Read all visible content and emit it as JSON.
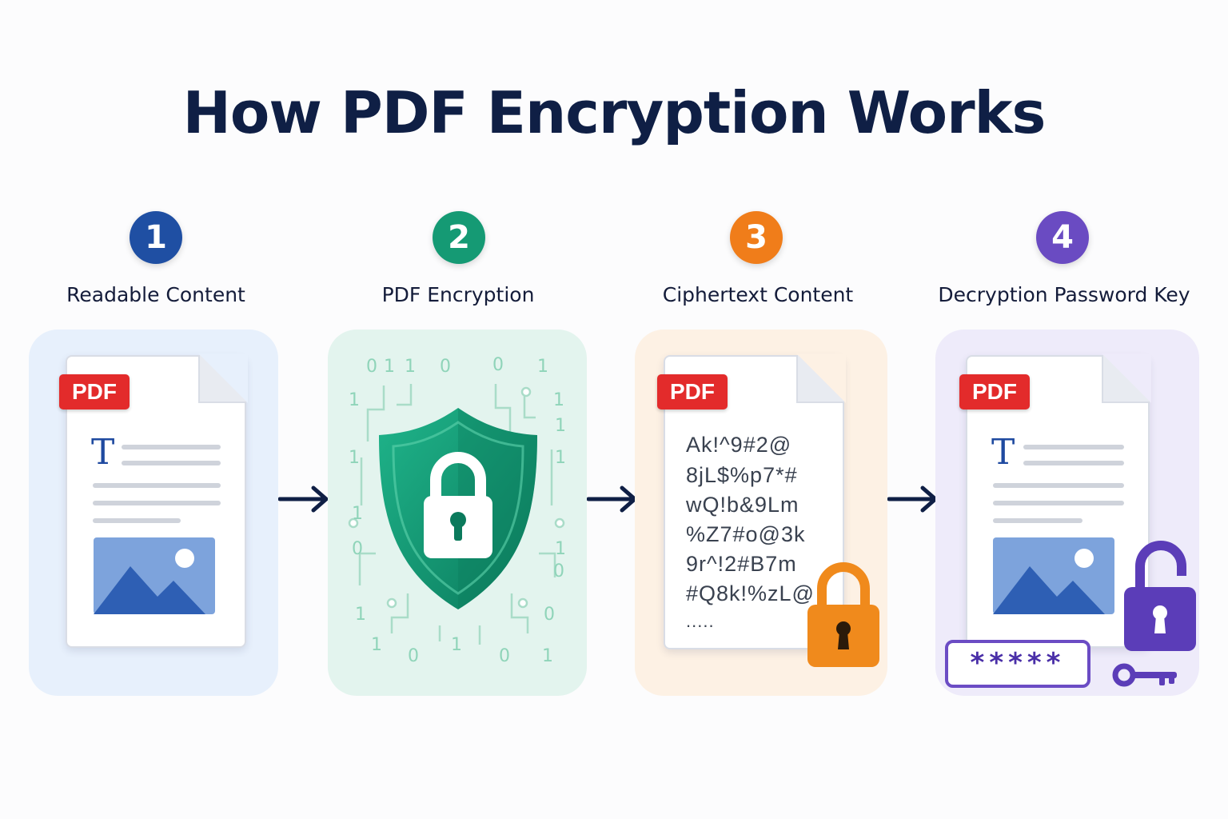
{
  "title": "How PDF Encryption Works",
  "steps": [
    {
      "number": "1",
      "label": "Readable Content",
      "color": "#1f4fa3"
    },
    {
      "number": "2",
      "label": "PDF Encryption",
      "color": "#159a74"
    },
    {
      "number": "3",
      "label": "Ciphertext Content",
      "color": "#f07d1a"
    },
    {
      "number": "4",
      "label": "Decryption Password Key",
      "color": "#6a4bc2"
    }
  ],
  "documents": {
    "tag": "PDF",
    "text_glyph": "T"
  },
  "binary_digits": [
    "0",
    "1",
    "1",
    "0",
    "0",
    "1",
    "1",
    "1",
    "1",
    "1",
    "1",
    "1",
    "0",
    "1",
    "0",
    "1",
    "1",
    "0",
    "1",
    "0",
    "0",
    "1"
  ],
  "cipher_lines": [
    "Ak!^9#2@",
    "8jL$%p7*#",
    "wQ!b&9Lm",
    "%Z7#o@3k",
    "9r^!2#B7m",
    "#Q8k!%zL@",
    "....."
  ],
  "password_mask": "*****",
  "icons": [
    "shield-lock-icon",
    "padlock-closed-icon",
    "padlock-open-icon",
    "key-icon",
    "image-icon",
    "arrow-right-icon"
  ]
}
